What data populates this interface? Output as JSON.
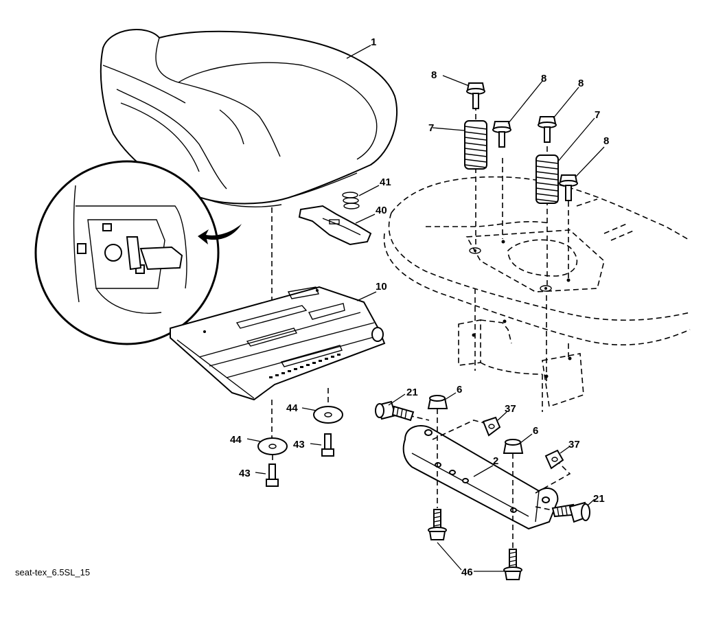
{
  "callouts": {
    "seat": "1",
    "bracket": "2",
    "nut_left": "6",
    "nut_right": "6",
    "spring_left": "7",
    "spring_right": "7",
    "bolt_a": "8",
    "bolt_b": "8",
    "bolt_c": "8",
    "bolt_d": "8",
    "seat_pan": "10",
    "bolt_21_left": "21",
    "bolt_21_right": "21",
    "nut_37_upper": "37",
    "nut_37_lower": "37",
    "clip": "40",
    "small_spring": "41",
    "screw_43_right": "43",
    "screw_43_left": "43",
    "washer_44_right": "44",
    "washer_44_left": "44",
    "bolts_46": "46"
  },
  "caption": "seat-tex_6.5SL_15"
}
